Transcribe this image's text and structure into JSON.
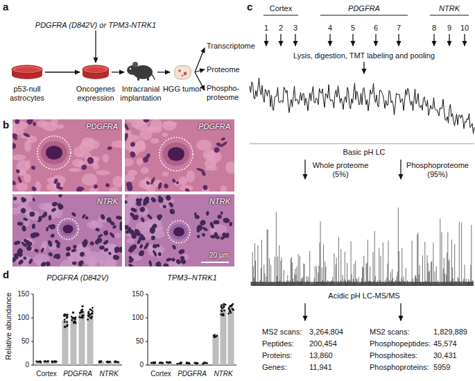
{
  "diagram": {
    "nodes": [
      {
        "text": [
          "p53-null astrocytes"
        ]
      },
      {
        "text": [
          "Oncogenes expression"
        ]
      },
      {
        "text": [
          "Intracranial implantation"
        ]
      },
      {
        "text": [
          "HGG tumor"
        ]
      },
      {
        "text": [
          "PDGFRA"
        ]
      },
      {
        "text": [
          "PDGFRA"
        ]
      },
      {
        "text": [
          "NTRK"
        ]
      },
      {
        "text": [
          "NTRK",
          "20 µm"
        ]
      }
    ],
    "edges": [
      {
        "from": 0,
        "to": 1,
        "arrow": "to"
      },
      {
        "from": 1,
        "to": 2,
        "arrow": "to"
      },
      {
        "from": 2,
        "to": 3,
        "arrow": "to"
      }
    ],
    "labels": [
      "a",
      "PDGFRA (D842V) or TPM3-NTRK1",
      "Transcriptome",
      "Proteome",
      "Phospho-proteome",
      "b",
      "c",
      "Cortex",
      "PDGFRA",
      "NTRK",
      "1",
      "2",
      "3",
      "4",
      "5",
      "6",
      "7",
      "8",
      "9",
      "10",
      "Lysis, digestion, TMT labeling and pooling",
      "Basic pH LC",
      "Whole proteome (5%)",
      "Phosphoproteome (95%)",
      "Acidic pH LC-MS/MS",
      "MS2 scans:",
      "3,264,804",
      "Peptides:",
      "200,454",
      "Proteins:",
      "13,860",
      "Genes:",
      "11,941",
      "MS2 scans:",
      "1,829,889",
      "Phosphopeptides:",
      "45,574",
      "Phosphosites:",
      "30,431",
      "Phosphoproteins:",
      "5959",
      "d",
      "PDGFRA (D842V)",
      "TPM3–NTRK1",
      "Relative abundance",
      "150",
      "100",
      "50",
      "0",
      "Cortex",
      "PDGFRA",
      "NTRK",
      "150",
      "100",
      "50",
      "0",
      "Cortex",
      "PDGFRA",
      "NTRK"
    ]
  }
}
